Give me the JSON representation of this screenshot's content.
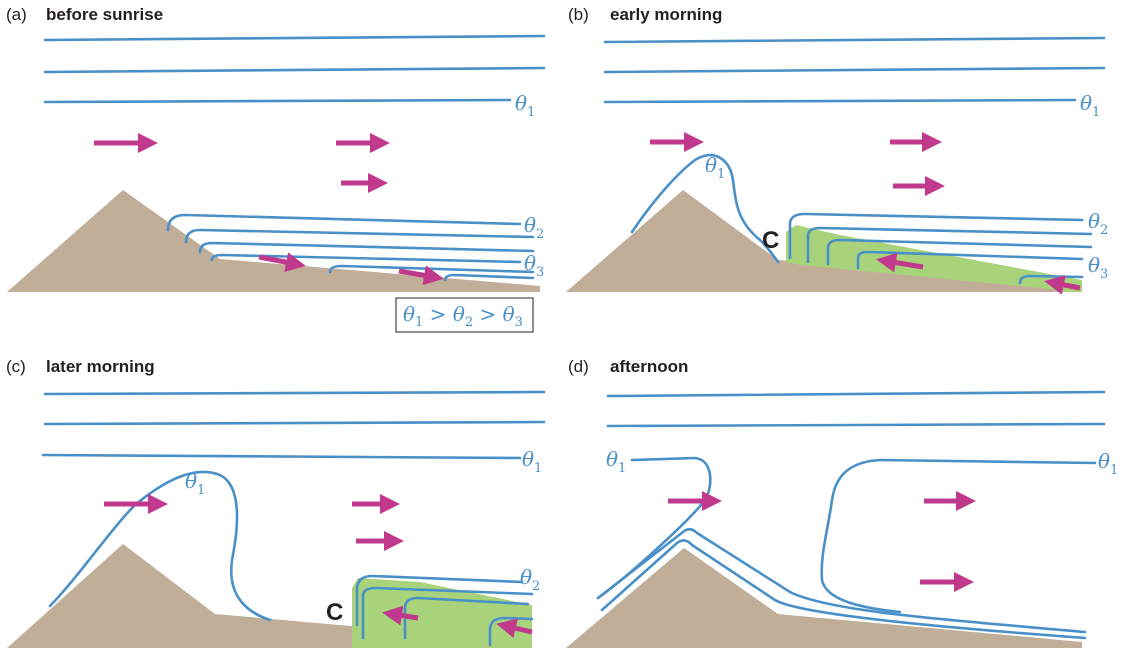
{
  "colors": {
    "isentrope": "#4a90c8",
    "wind": "#c0398c",
    "terrain": "#c0ae98",
    "cold_pool": "#a9d37b",
    "text": "#231f20"
  },
  "theta_symbol": "θ",
  "cold_pool_label": "C",
  "relation": {
    "s1": "1",
    "gt1": " > ",
    "s2": "2",
    "gt2": " > ",
    "s3": "3"
  },
  "panels": [
    {
      "letter": "(a)",
      "title": "before sunrise",
      "theta_labels": [
        {
          "sub": "1"
        },
        {
          "sub": "2"
        },
        {
          "sub": "3"
        }
      ]
    },
    {
      "letter": "(b)",
      "title": "early morning",
      "theta_labels": [
        {
          "sub": "1"
        },
        {
          "sub": "1"
        },
        {
          "sub": "2"
        },
        {
          "sub": "3"
        }
      ]
    },
    {
      "letter": "(c)",
      "title": "later morning",
      "theta_labels": [
        {
          "sub": "1"
        },
        {
          "sub": "1"
        },
        {
          "sub": "2"
        }
      ]
    },
    {
      "letter": "(d)",
      "title": "afternoon",
      "theta_labels": [
        {
          "sub": "1"
        },
        {
          "sub": "1"
        }
      ]
    }
  ]
}
